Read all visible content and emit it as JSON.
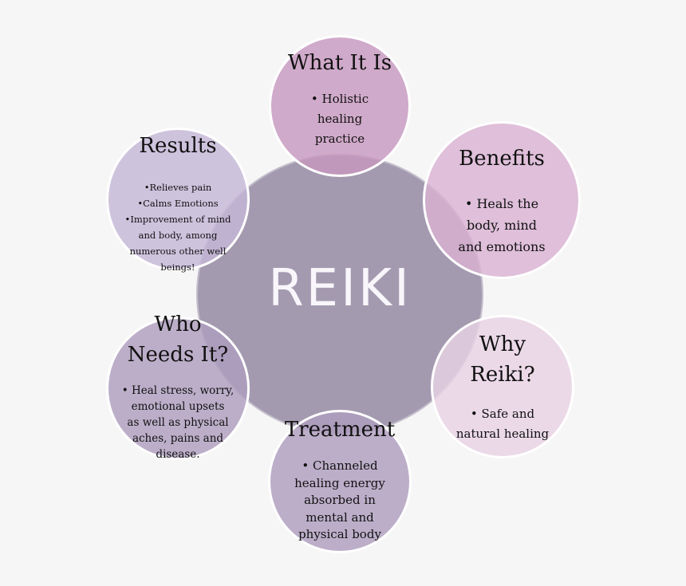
{
  "center": {
    "title": "REIKI"
  },
  "nodes": {
    "what": {
      "title": "What It Is",
      "lines": [
        "• Holistic",
        "healing",
        "practice"
      ]
    },
    "benefits": {
      "title": "Benefits",
      "lines": [
        "• Heals the",
        "body, mind",
        "and emotions"
      ]
    },
    "why": {
      "title_line1": "Why",
      "title_line2": "Reiki?",
      "lines": [
        "• Safe and",
        "natural healing"
      ]
    },
    "treatment": {
      "title": "Treatment",
      "lines": [
        "• Channeled",
        "healing energy",
        "absorbed in",
        "mental and",
        "physical body"
      ]
    },
    "who": {
      "title_line1": "Who",
      "title_line2": "Needs It?",
      "lines": [
        "• Heal stress, worry,",
        "emotional upsets",
        "as well as physical",
        "aches, pains and",
        "disease."
      ]
    },
    "results": {
      "title": "Results",
      "lines": [
        "•Relieves pain",
        "•Calms Emotions",
        "•Improvement of mind",
        "and body, among",
        "numerous other well",
        "beings!"
      ]
    }
  },
  "colors": {
    "center": "#a096ad",
    "what": "#c797be",
    "benefits": "#d9b1d2",
    "why": "#e8d2e4",
    "treatment": "#af9dbe",
    "who": "#af9dbe",
    "results": "#c5b7d7"
  }
}
